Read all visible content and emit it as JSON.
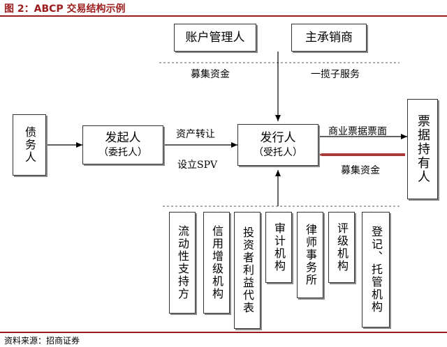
{
  "title": "图 2：ABCP 交易结构示例",
  "source": "资料来源：招商证券",
  "nodes": {
    "debtor": "债务人",
    "originator": "发起人",
    "originator_sub": "（委托人）",
    "issuer": "发行人",
    "issuer_sub": "（受托人）",
    "holder": "票据持有人",
    "account_manager": "账户管理人",
    "lead_underwriter": "主承销商"
  },
  "labels": {
    "raise_funds_top": "募集资金",
    "one_stop_service": "一揽子服务",
    "asset_transfer": "资产转让",
    "setup_spv": "设立SPV",
    "commercial_paper_face": "商业票据票面",
    "raise_funds_right": "募集资金"
  },
  "agencies": [
    "流动性支持方",
    "信用增级机构",
    "投资者利益代表",
    "审计机构",
    "律师事务所",
    "评级机构",
    "登记、托管机构"
  ],
  "colors": {
    "title": "#9b1c1c",
    "return_arrow": "#a83a3a"
  }
}
